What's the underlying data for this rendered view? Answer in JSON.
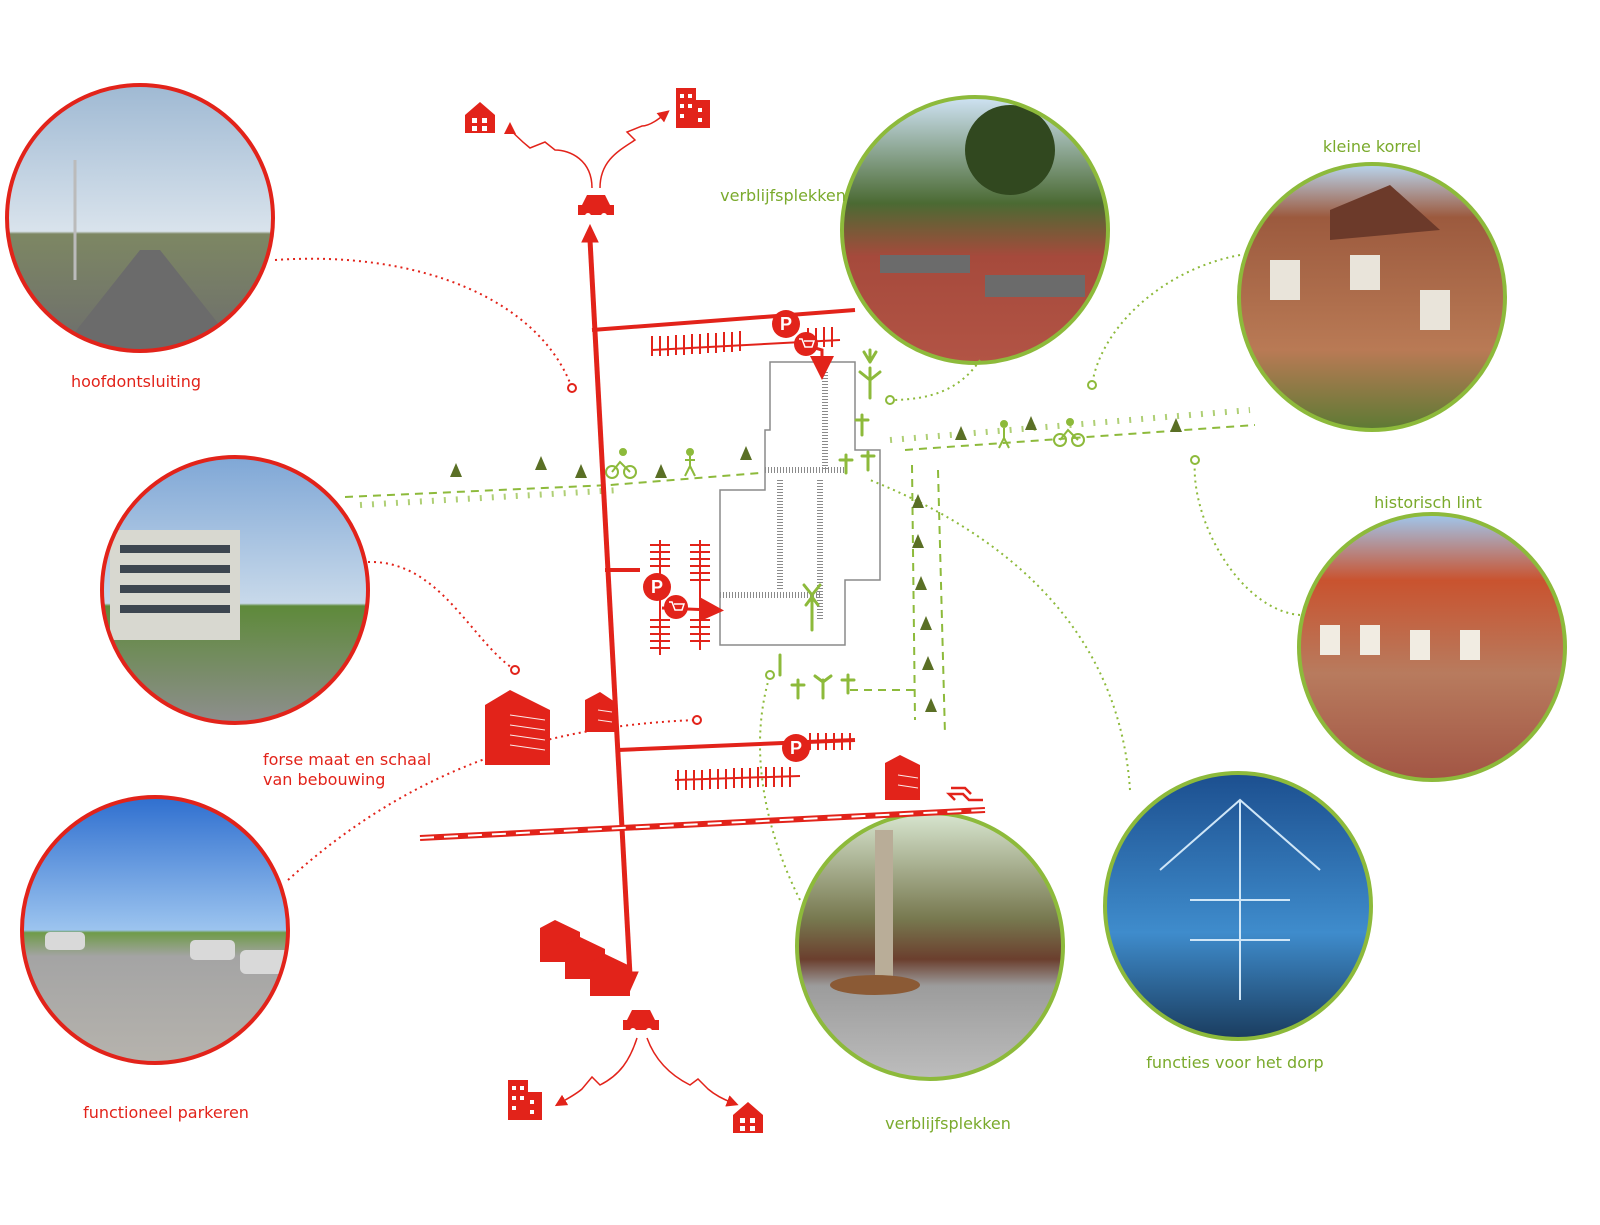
{
  "colors": {
    "red": "#e2231a",
    "green": "#8dba3b",
    "dark_green": "#5a6f25",
    "grey": "#8a8a8a"
  },
  "labels": {
    "hoofdontsluiting": "hoofdontsluiting",
    "forse_line1": "forse maat en schaal",
    "forse_line2": "van bebouwing",
    "functioneel_parkeren": "functioneel parkeren",
    "verblijfsplekken_top": "verblijfsplekken",
    "verblijfsplekken_bottom": "verblijfsplekken",
    "kleine_korrel": "kleine korrel",
    "historisch_lint": "historisch lint",
    "functies": "functies voor het dorp"
  },
  "photos": {
    "hoofdontsluiting": "road-photo",
    "forse": "apartment-building-photo",
    "parkeren": "parking-lot-photo",
    "verblijf_top": "square-with-trees-photo",
    "kleine_korrel": "brick-houses-photo",
    "historisch_lint": "historic-street-photo",
    "functies": "glass-atrium-photo",
    "verblijf_bottom": "plaza-with-tree-photo"
  },
  "icons": {
    "car": "car-icon",
    "house": "house-icon",
    "apartment": "apartment-icon",
    "parking": "parking-icon",
    "shopping_cart": "shopping-cart-icon",
    "cyclist": "cyclist-icon",
    "pedestrian": "pedestrian-icon",
    "tree": "tree-icon",
    "train_station": "train-station-icon"
  }
}
